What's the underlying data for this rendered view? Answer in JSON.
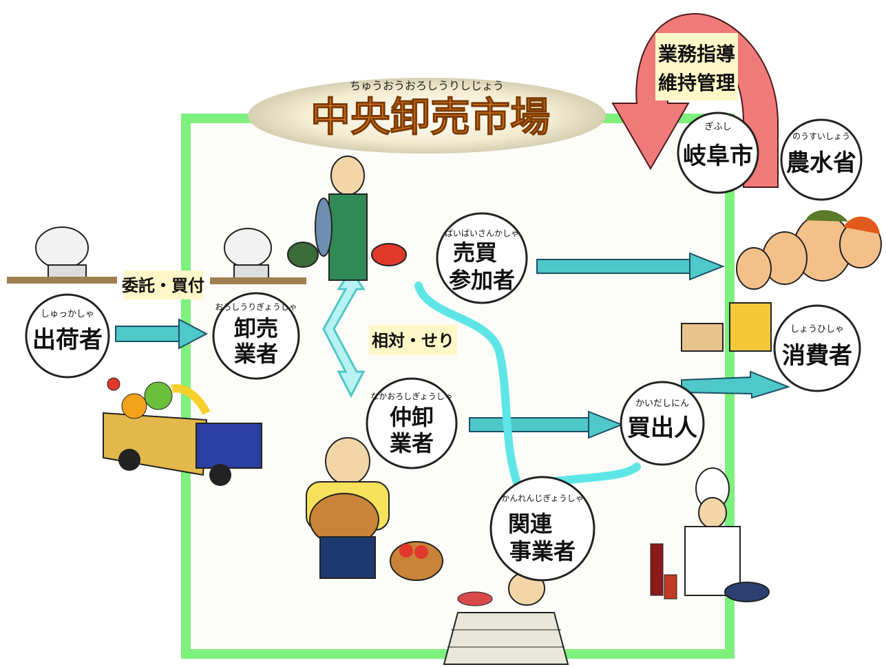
{
  "title": {
    "ruby": "ちゅうおうおろしうりしじょう",
    "main": "中央卸売市場"
  },
  "labels": {
    "itaku": "委託・買付",
    "aitai": "相対・せり",
    "gyomu_line1": "業務指導",
    "gyomu_line2": "維持管理"
  },
  "nodes": {
    "shukkasha": {
      "ruby": "しゅっかしゃ",
      "line1": "出荷者",
      "line2": ""
    },
    "oroshi": {
      "ruby": "おろしうりぎょうしゃ",
      "line1": "卸売",
      "line2": "業者"
    },
    "baibai": {
      "ruby": "ばいばいさんかしゃ",
      "line1": "売買",
      "line2": "参加者"
    },
    "nakaoroshi": {
      "ruby": "なかおろしぎょうしゃ",
      "line1": "仲卸",
      "line2": "業者"
    },
    "kaidashi": {
      "ruby": "かいだしにん",
      "line1": "買出人",
      "line2": ""
    },
    "kanren": {
      "ruby": "かんれんじぎょうしゃ",
      "line1": "関連",
      "line2": "事業者"
    },
    "shohisha": {
      "ruby": "しょうひしゃ",
      "line1": "消費者",
      "line2": ""
    },
    "gifu": {
      "ruby": "ぎふし",
      "line1": "岐阜市",
      "line2": ""
    },
    "nosui": {
      "ruby": "のうすいしょう",
      "line1": "農水省",
      "line2": ""
    }
  },
  "colors": {
    "market_frame": "#7ef07e",
    "flow_arrow": "#4ec8c8",
    "flow_arrow_edge": "#1d4f66",
    "guidance_arrow": "#f07a7a",
    "label_bg": "#fff7c8",
    "title_text": "#e07a20"
  },
  "illustrations": [
    "satellite-dish-icon",
    "fish-wholesaler-icon",
    "truck-with-produce-icon",
    "vegetable-seller-icon",
    "family-icon",
    "chef-icon",
    "butcher-counter-icon"
  ]
}
